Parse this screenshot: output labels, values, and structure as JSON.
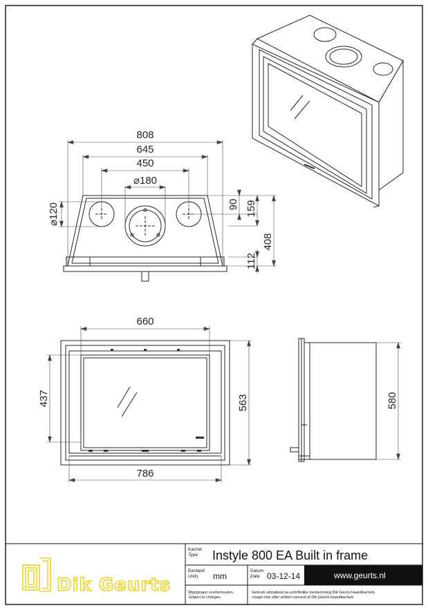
{
  "title_block": {
    "type_label_nl": "Kachel",
    "type_label_en": "Type",
    "product_title": "Instyle 800 EA Built in frame",
    "unit_label_nl": "Eenheid",
    "unit_label_en": "Units",
    "unit_value": "mm",
    "date_label_nl": "Datum",
    "date_label_en": "Date",
    "date_value": "03-12-14",
    "website": "www.geurts.nl",
    "note_changes_nl": "Wijzigingen voorbehouden.",
    "note_changes_en": "Subject to changes.",
    "note_usage_nl": "Gebruik uitsluitend na schriftelijke toestemming Dik Geurts Haardkachels.",
    "note_usage_en": "Usage only after written consent of Dik Geurts Haardkachels.",
    "brand": "Dik Geurts",
    "brand_color": "#f2d21a"
  },
  "dimensions": {
    "top_width_outer": "808",
    "top_width_mid": "645",
    "top_width_inner": "450",
    "flue_diameter": "180",
    "inlet_diameter": "120",
    "dim_90": "90",
    "dim_159": "159",
    "dim_408": "408",
    "dim_112": "112",
    "front_glass_width": "660",
    "front_frame_width": "786",
    "front_glass_height": "437",
    "front_height": "563",
    "side_height": "580"
  },
  "symbols": {
    "diameter": "⌀"
  }
}
